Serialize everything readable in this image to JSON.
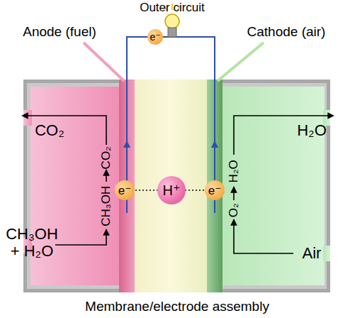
{
  "diagram": {
    "nodes": [
      {
        "text": [
          "e⁻"
        ]
      },
      {
        "text": [
          "e⁻"
        ]
      },
      {
        "text": [
          "H⁺"
        ]
      },
      {
        "text": [
          "e⁻"
        ]
      }
    ],
    "labels": [
      "Outer circuit",
      "Anode (fuel)",
      "Cathode (air)",
      "CO₂",
      "H₂O",
      "CO₂",
      "CH₃OH",
      "H₂O",
      "O₂",
      "CH₃OH + H₂O",
      "Air",
      "Membrane/electrode assembly"
    ]
  }
}
